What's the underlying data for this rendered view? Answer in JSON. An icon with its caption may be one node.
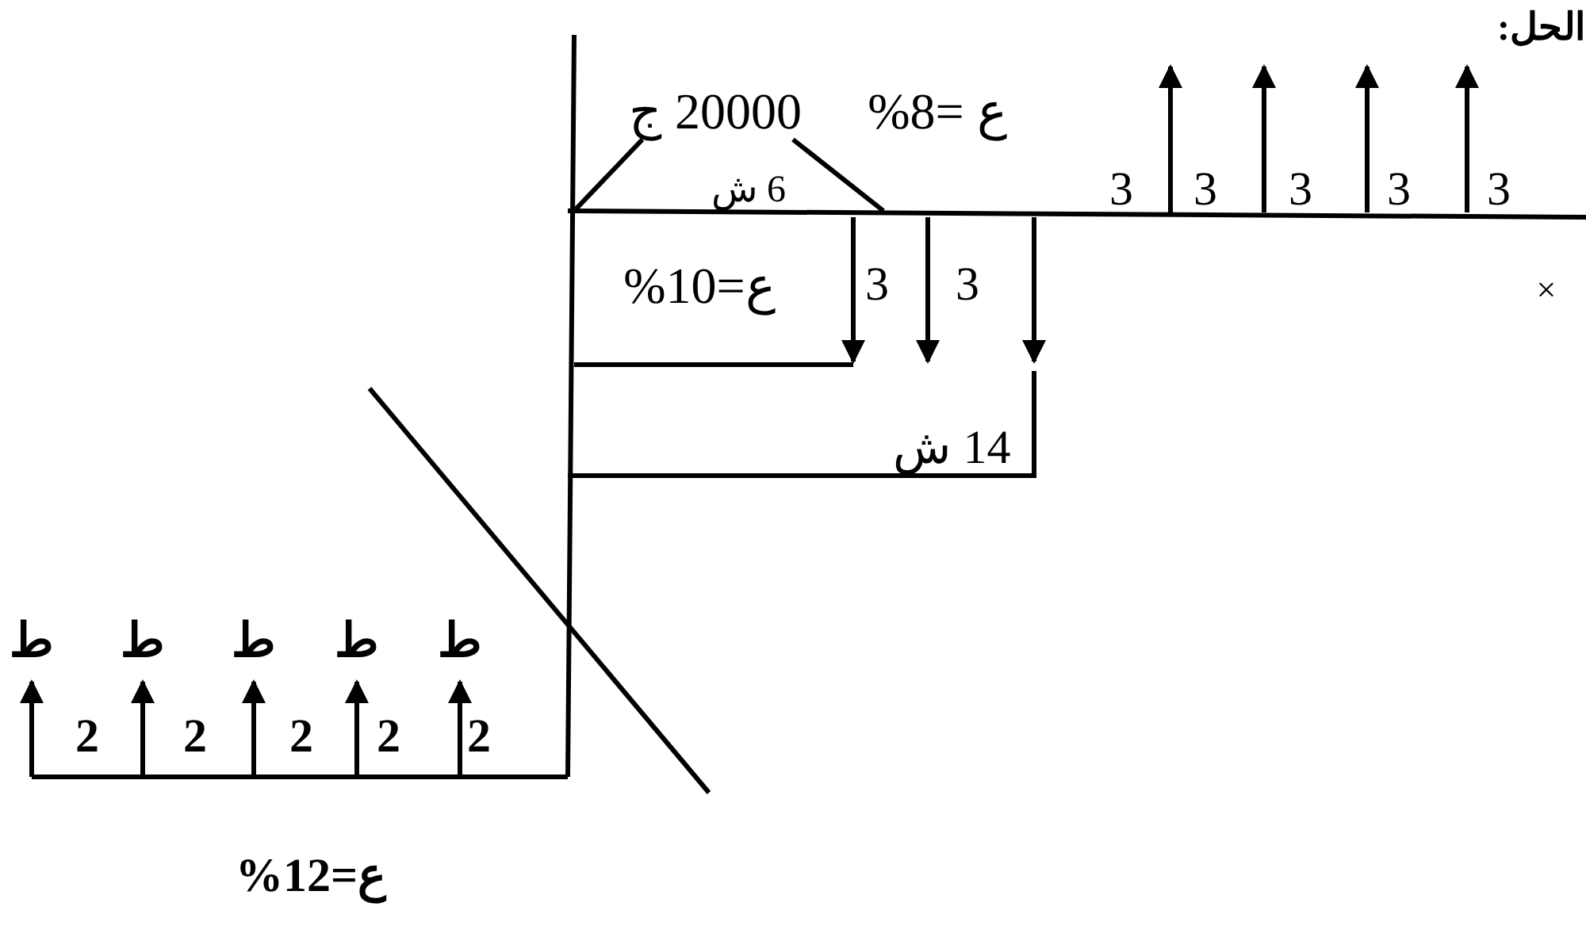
{
  "diagram": {
    "title": "الحل:",
    "labels": [
      "20000 ج",
      "ع =8%",
      "6 ش",
      "3",
      "3",
      "3",
      "3",
      "3",
      "ع=10%",
      "3",
      "3",
      "×",
      "14 ش",
      "ط",
      "ط",
      "ط",
      "ط",
      "ط",
      "2",
      "2",
      "2",
      "2",
      "2",
      "ع=12%"
    ]
  }
}
